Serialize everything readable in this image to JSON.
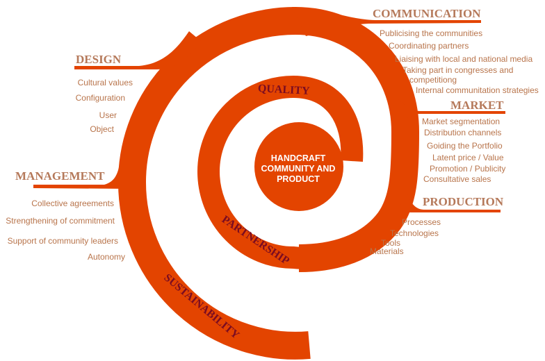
{
  "colors": {
    "spiral": "#e34400",
    "header": "#b5795a",
    "item": "#b8744b",
    "ring_label": "#7a0c22",
    "core_text": "#ffffff"
  },
  "core": {
    "lines": [
      "HANDCRAFT",
      "COMMUNITY AND",
      "PRODUCT"
    ]
  },
  "rings": {
    "quality": "QUALITY",
    "partnership": "PARTNERSHIP",
    "sustainability": "SUSTAINABILITY"
  },
  "communication": {
    "title": "COMMUNICATION",
    "items": [
      "Publicising the communities",
      "Coordinating partners",
      "Liaising with local and national media",
      "Taking part in congresses and",
      "competitiong",
      "Internal communitation strategies"
    ]
  },
  "market": {
    "title": "MARKET",
    "items": [
      "Market segmentation",
      "Distribution channels",
      "Goiding the Portfolio",
      "Latent price / Value",
      "Promotion / Publicity",
      "Consultative sales"
    ]
  },
  "production": {
    "title": "PRODUCTION",
    "items": [
      "Processes",
      "Technologies",
      "Tools",
      "Materials"
    ]
  },
  "design": {
    "title": "DESIGN",
    "items": [
      "Cultural values",
      "Configuration",
      "User",
      "Object"
    ]
  },
  "management": {
    "title": "MANAGEMENT",
    "items": [
      "Collective agreements",
      "Strengthening of commitment",
      "Support of community leaders",
      "Autonomy"
    ]
  }
}
